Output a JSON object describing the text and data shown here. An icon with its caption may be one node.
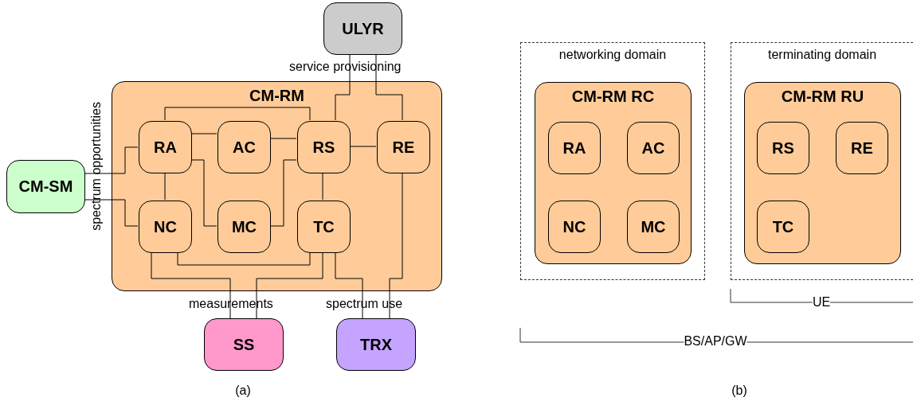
{
  "diagram": {
    "nodes": [
      {
        "text": [
          "ULYR"
        ]
      },
      {
        "text": [
          "CM-RM"
        ]
      },
      {
        "text": [
          "RA"
        ],
        "in": 1
      },
      {
        "text": [
          "AC"
        ],
        "in": 1
      },
      {
        "text": [
          "RS"
        ],
        "in": 1
      },
      {
        "text": [
          "RE"
        ],
        "in": 1
      },
      {
        "text": [
          "NC"
        ],
        "in": 1
      },
      {
        "text": [
          "MC"
        ],
        "in": 1
      },
      {
        "text": [
          "TC"
        ],
        "in": 1
      },
      {
        "text": [
          "CM-SM"
        ]
      },
      {
        "text": [
          "SS"
        ]
      },
      {
        "text": [
          "TRX"
        ]
      },
      {
        "text": [
          "networking domain"
        ]
      },
      {
        "text": [
          "CM-RM RC"
        ],
        "in": 12
      },
      {
        "text": [
          "RA"
        ],
        "in": 13
      },
      {
        "text": [
          "AC"
        ],
        "in": 13
      },
      {
        "text": [
          "NC"
        ],
        "in": 13
      },
      {
        "text": [
          "MC"
        ],
        "in": 13
      },
      {
        "text": [
          "terminating domain"
        ]
      },
      {
        "text": [
          "CM-RM RU"
        ],
        "in": 18
      },
      {
        "text": [
          "RS"
        ],
        "in": 19
      },
      {
        "text": [
          "RE"
        ],
        "in": 19
      },
      {
        "text": [
          "TC"
        ],
        "in": 19
      }
    ],
    "edges": [
      {
        "from": 0,
        "to": 4,
        "arrow": "none"
      },
      {
        "from": 0,
        "to": 5,
        "arrow": "none"
      },
      {
        "from": 2,
        "to": 4,
        "arrow": "none"
      },
      {
        "from": 2,
        "to": 3,
        "arrow": "none"
      },
      {
        "from": 3,
        "to": 4,
        "arrow": "none"
      },
      {
        "from": 4,
        "to": 5,
        "arrow": "none"
      },
      {
        "from": 9,
        "to": 2,
        "arrow": "none"
      },
      {
        "from": 9,
        "to": 6,
        "arrow": "none"
      },
      {
        "from": 2,
        "to": 6,
        "arrow": "none"
      },
      {
        "from": 2,
        "to": 7,
        "arrow": "none"
      },
      {
        "from": 7,
        "to": 4,
        "arrow": "none"
      },
      {
        "from": 4,
        "to": 8,
        "arrow": "none"
      },
      {
        "from": 6,
        "to": 8,
        "arrow": "none"
      },
      {
        "from": 6,
        "to": 10,
        "arrow": "none"
      },
      {
        "from": 8,
        "to": 10,
        "arrow": "none"
      },
      {
        "from": 8,
        "to": 11,
        "arrow": "none"
      },
      {
        "from": 5,
        "to": 11,
        "arrow": "none"
      }
    ],
    "labels": [
      "service provisioning",
      "spectrum opportunities",
      "measurements",
      "spectrum use",
      "UE",
      "BS/AP/GW",
      "(a)",
      "(b)"
    ]
  }
}
